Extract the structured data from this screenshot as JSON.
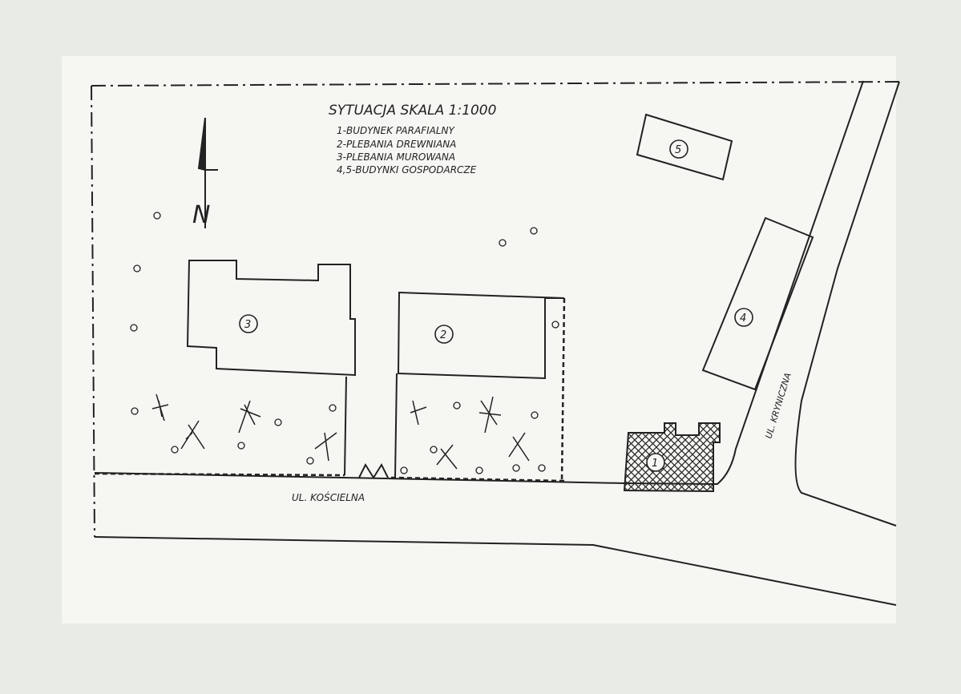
{
  "title": "SYTUACJA   SKALA 1:1000",
  "legend": [
    "1-BUDYNEK PARAFIALNY",
    "2-PLEBANIA DREWNIANA",
    "3-PLEBANIA MUROWANA",
    "4,5-BUDYNKI GOSPODARCZE"
  ],
  "north_label": "N",
  "streets": {
    "koscielna": "UL. KOŚCIELNA",
    "krynicza": "UL. KRYNICZNA"
  },
  "buildings": [
    {
      "number": "1",
      "hatched": true
    },
    {
      "number": "2",
      "hatched": false
    },
    {
      "number": "3",
      "hatched": false
    },
    {
      "number": "4",
      "hatched": false
    },
    {
      "number": "5",
      "hatched": false
    }
  ],
  "colors": {
    "paper": "#f6f7f3",
    "mount": "#e9ece4",
    "ink": "#222222"
  }
}
